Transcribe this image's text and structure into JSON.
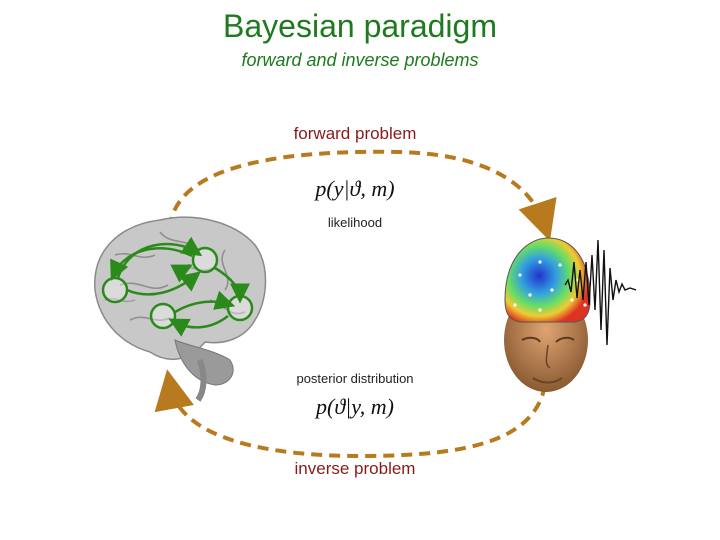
{
  "header": {
    "title": "Bayesian paradigm",
    "subtitle": "forward and inverse problems"
  },
  "forward": {
    "label": "forward problem",
    "formula": "p(y|ϑ, m)",
    "formula_label": "likelihood"
  },
  "inverse": {
    "label": "inverse problem",
    "formula": "p(ϑ|y, m)",
    "formula_label": "posterior distribution"
  },
  "colors": {
    "title": "#1f7a1f",
    "problem_label": "#8a1a1a",
    "arrow": "#b87a1e",
    "network": "#2a8a1a"
  }
}
